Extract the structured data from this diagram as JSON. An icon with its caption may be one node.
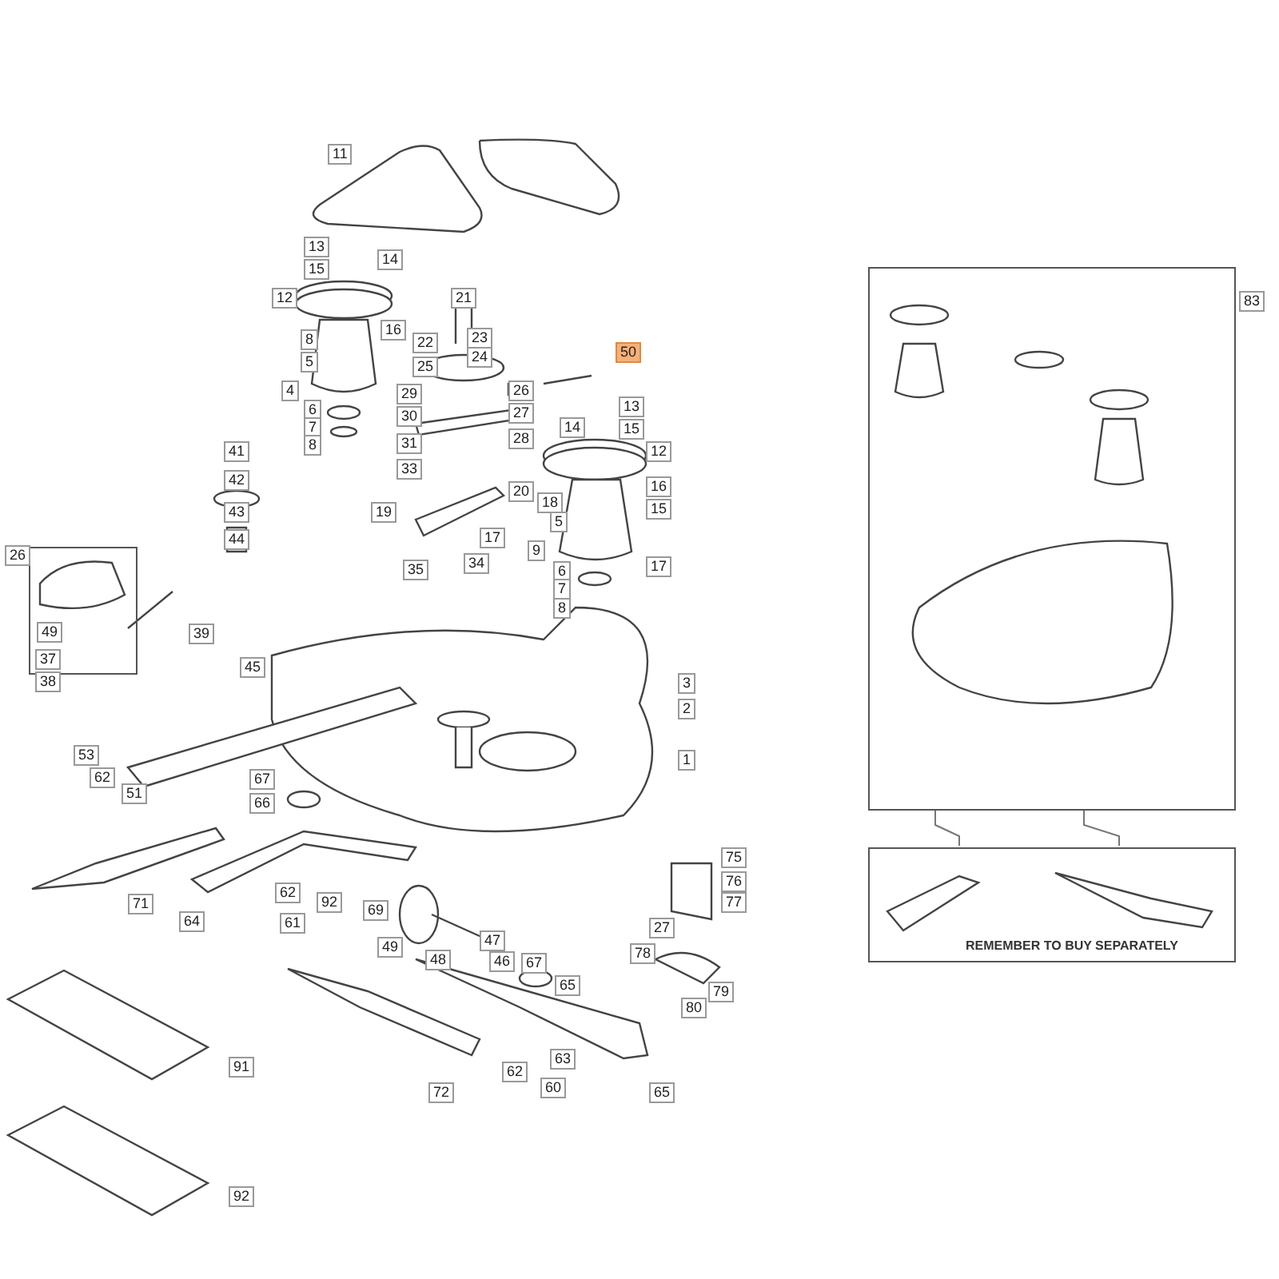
{
  "diagram": {
    "nodes": [
      {
        "text": [],
        "shape": "box",
        "beside": [
          "83"
        ]
      },
      {
        "text": [
          "REMEMBER TO BUY SEPARATELY"
        ]
      },
      {
        "text": [
          "49"
        ],
        "beside": [
          "26"
        ]
      }
    ],
    "edges": [
      {
        "from": 0,
        "to": 1,
        "arrow": "none"
      },
      {
        "from": 0,
        "to": 1,
        "arrow": "none"
      }
    ],
    "labels": [
      "11",
      "13",
      "14",
      "15",
      "12",
      "21",
      "8",
      "16",
      "22",
      "23",
      "24",
      "5",
      "25",
      "50",
      "4",
      "29",
      "26",
      "30",
      "27",
      "6",
      "28",
      "7",
      "31",
      "8",
      "13",
      "14",
      "33",
      "15",
      "12",
      "41",
      "42",
      "20",
      "43",
      "16",
      "18",
      "19",
      "5",
      "15",
      "44",
      "17",
      "34",
      "35",
      "9",
      "17",
      "6",
      "7",
      "8",
      "39",
      "37",
      "38",
      "45",
      "3",
      "2",
      "1",
      "53",
      "62",
      "51",
      "67",
      "66",
      "71",
      "64",
      "62",
      "92",
      "61",
      "69",
      "49",
      "48",
      "47",
      "46",
      "75",
      "76",
      "77",
      "27",
      "78",
      "79",
      "80",
      "67",
      "65",
      "63",
      "62",
      "60",
      "91",
      "72",
      "65",
      "92"
    ]
  }
}
